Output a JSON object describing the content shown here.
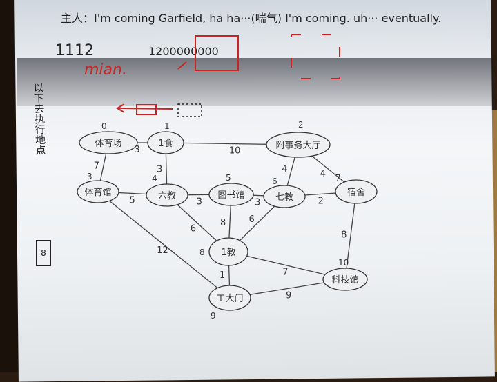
{
  "notes": {
    "line1": "主人：I'm coming Garfield, ha ha···(喘气) I'm coming. uh··· eventually.",
    "scribble_left": "1112",
    "mian_label": "mian.",
    "number_string": "1200000000"
  },
  "margin_text": "以下去执行地点",
  "page_number": "8",
  "graph": {
    "nodes": [
      {
        "id": 0,
        "label": "体育场",
        "index": "0"
      },
      {
        "id": 1,
        "label": "1食",
        "index": "1"
      },
      {
        "id": 2,
        "label": "附事务大厅",
        "index": "2"
      },
      {
        "id": 3,
        "label": "体育馆",
        "index": "3"
      },
      {
        "id": 4,
        "label": "六教",
        "index": "4"
      },
      {
        "id": 5,
        "label": "图书馆",
        "index": "5"
      },
      {
        "id": 6,
        "label": "七教",
        "index": "6"
      },
      {
        "id": 7,
        "label": "宿舍",
        "index": "7"
      },
      {
        "id": 8,
        "label": "1教",
        "index": "8"
      },
      {
        "id": 9,
        "label": "工大门",
        "index": "9"
      },
      {
        "id": 10,
        "label": "科技馆",
        "index": "10"
      }
    ],
    "edges": [
      {
        "from": 0,
        "to": 1,
        "weight": "3"
      },
      {
        "from": 1,
        "to": 2,
        "weight": "10"
      },
      {
        "from": 0,
        "to": 3,
        "weight": "7"
      },
      {
        "from": 1,
        "to": 4,
        "weight": "3"
      },
      {
        "from": 2,
        "to": 6,
        "weight": "4"
      },
      {
        "from": 2,
        "to": 7,
        "weight": "4"
      },
      {
        "from": 3,
        "to": 4,
        "weight": "5"
      },
      {
        "from": 4,
        "to": 5,
        "weight": "3"
      },
      {
        "from": 5,
        "to": 6,
        "weight": "3"
      },
      {
        "from": 6,
        "to": 7,
        "weight": "2"
      },
      {
        "from": 4,
        "to": 8,
        "weight": "6"
      },
      {
        "from": 5,
        "to": 8,
        "weight": "8"
      },
      {
        "from": 6,
        "to": 8,
        "weight": "6"
      },
      {
        "from": 3,
        "to": 9,
        "weight": "12"
      },
      {
        "from": 8,
        "to": 9,
        "weight": "1"
      },
      {
        "from": 8,
        "to": 10,
        "weight": "7"
      },
      {
        "from": 7,
        "to": 10,
        "weight": "8"
      },
      {
        "from": 9,
        "to": 10,
        "weight": "9"
      }
    ]
  },
  "colors": {
    "ink": "#222222",
    "red_ink": "#cc2222"
  }
}
